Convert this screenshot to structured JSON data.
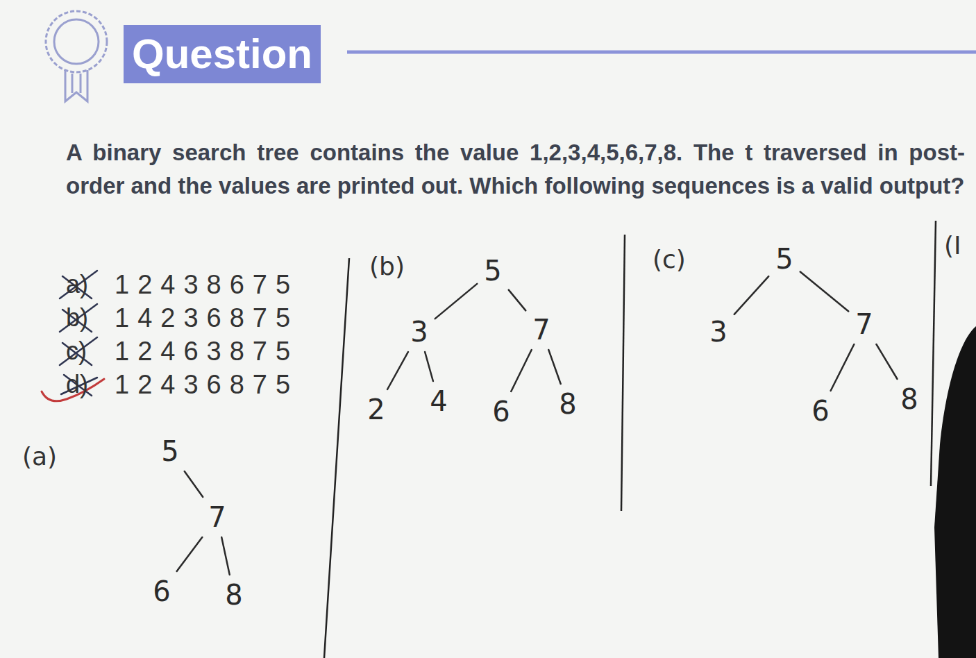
{
  "diagram": {
    "title": "Question",
    "nodes": [
      {
        "text": [
          "5"
        ]
      },
      {
        "text": [
          "7"
        ]
      },
      {
        "text": [
          "6"
        ]
      },
      {
        "text": [
          "8"
        ]
      },
      {
        "text": [
          "5"
        ]
      },
      {
        "text": [
          "3"
        ]
      },
      {
        "text": [
          "7"
        ]
      },
      {
        "text": [
          "2"
        ]
      },
      {
        "text": [
          "4"
        ]
      },
      {
        "text": [
          "6"
        ]
      },
      {
        "text": [
          "8"
        ]
      },
      {
        "text": [
          "5"
        ]
      },
      {
        "text": [
          "3"
        ]
      },
      {
        "text": [
          "7"
        ]
      },
      {
        "text": [
          "6"
        ]
      },
      {
        "text": [
          "8"
        ]
      }
    ],
    "edges": [
      {
        "from": 0,
        "to": 1,
        "arrow": "none"
      },
      {
        "from": 1,
        "to": 2,
        "arrow": "none"
      },
      {
        "from": 1,
        "to": 3,
        "arrow": "none"
      },
      {
        "from": 4,
        "to": 5,
        "arrow": "none"
      },
      {
        "from": 4,
        "to": 6,
        "arrow": "none"
      },
      {
        "from": 5,
        "to": 7,
        "arrow": "none"
      },
      {
        "from": 5,
        "to": 8,
        "arrow": "none"
      },
      {
        "from": 6,
        "to": 9,
        "arrow": "none"
      },
      {
        "from": 6,
        "to": 10,
        "arrow": "none"
      },
      {
        "from": 11,
        "to": 12,
        "arrow": "none"
      },
      {
        "from": 11,
        "to": 13,
        "arrow": "none"
      },
      {
        "from": 13,
        "to": 14,
        "arrow": "none"
      },
      {
        "from": 13,
        "to": 15,
        "arrow": "none"
      }
    ],
    "labels": [
      "A binary search tree contains the value 1,2,3,4,5,6,7,8. The t traversed in post-order and the values are printed out. Which following sequences is a valid output?",
      "a)",
      "12438675",
      "b)",
      "14236875",
      "c)",
      "12463875",
      "d)",
      "12436875",
      "(a)",
      "(b)",
      "(c)",
      "(I"
    ]
  }
}
